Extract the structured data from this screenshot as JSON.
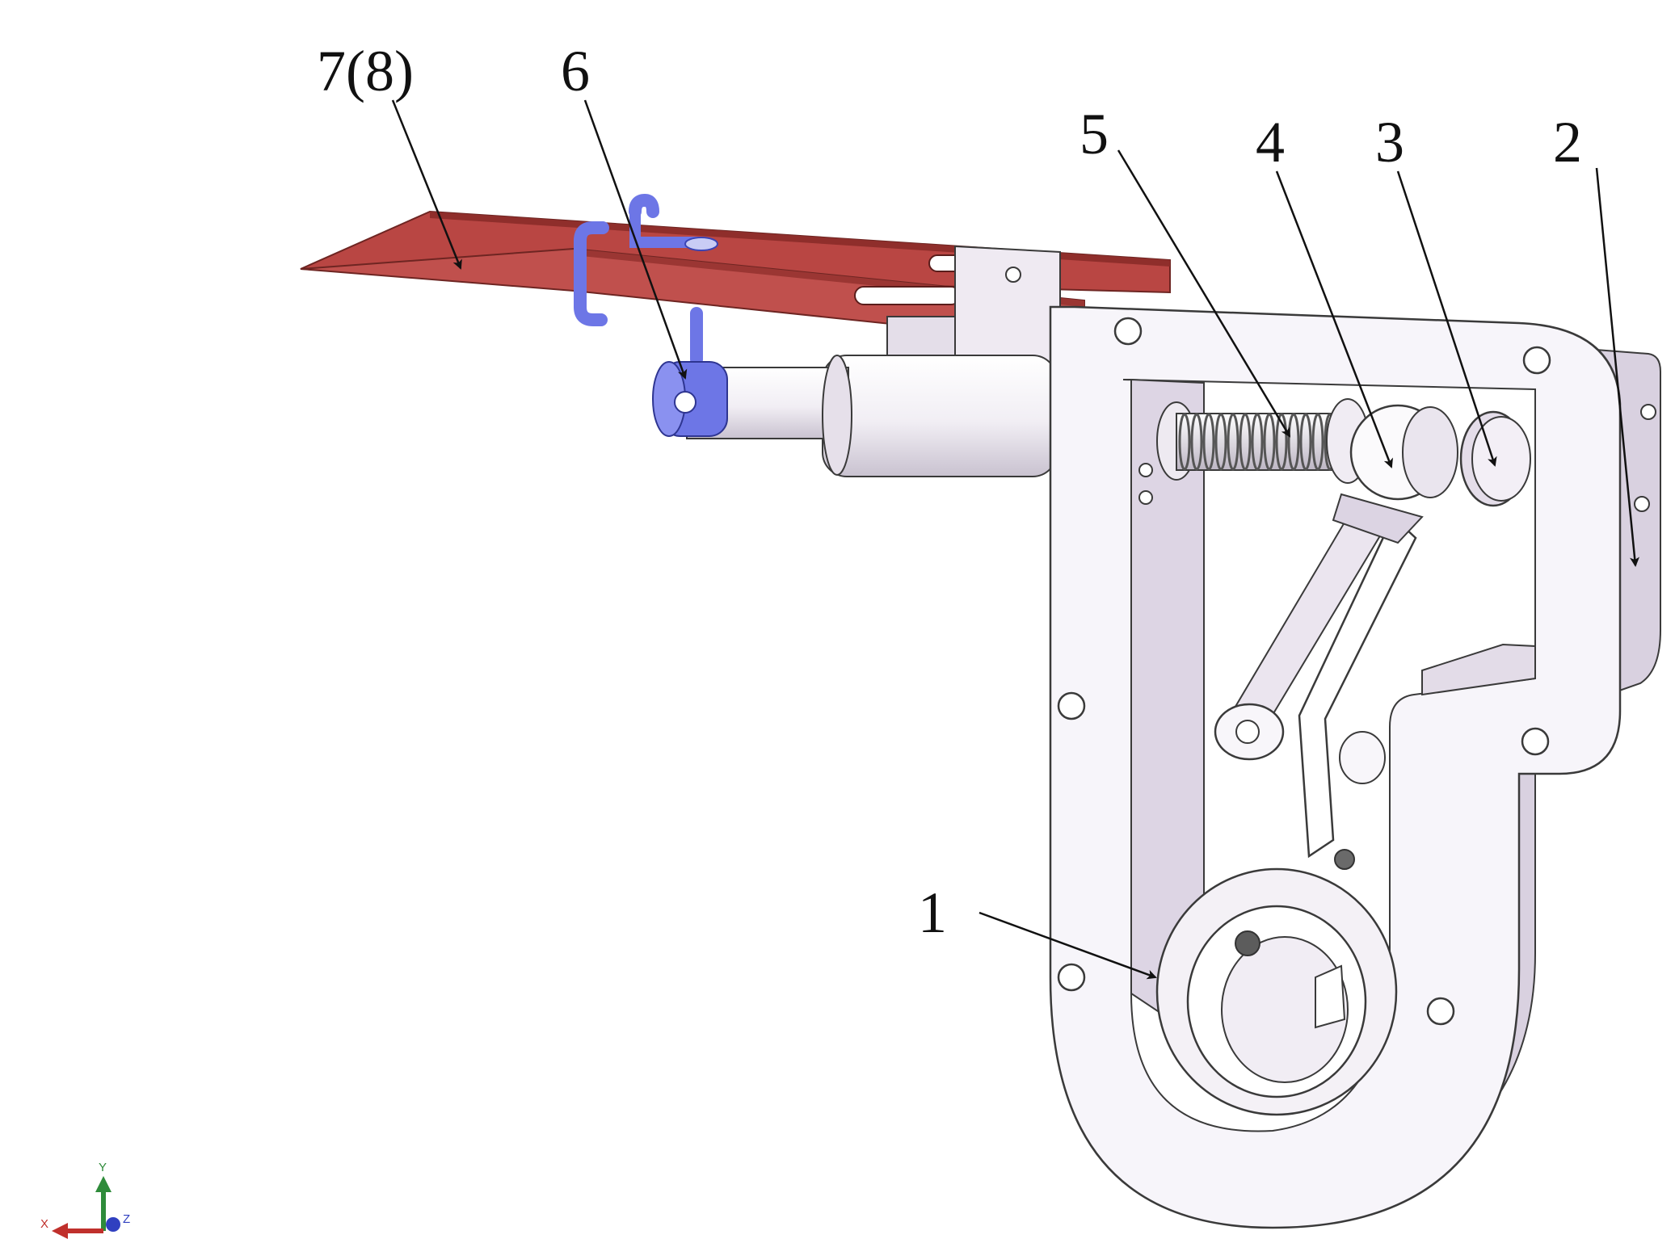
{
  "callouts": [
    {
      "id": "1",
      "label": "1"
    },
    {
      "id": "2",
      "label": "2"
    },
    {
      "id": "3",
      "label": "3"
    },
    {
      "id": "4",
      "label": "4"
    },
    {
      "id": "5",
      "label": "5"
    },
    {
      "id": "6",
      "label": "6"
    },
    {
      "id": "7",
      "label": "7(8)"
    }
  ],
  "axis_triad": {
    "x": "X",
    "y": "Y",
    "z": "Z"
  },
  "colors": {
    "frame_fill": "#f7f5fa",
    "frame_shade": "#d9d1e0",
    "outline": "#3a3a3a",
    "blade_red": "#c0504d",
    "blade_dark": "#8f2e2b",
    "bracket_blue": "#6d76e6",
    "bracket_dark": "#3b44b5",
    "axis_x": "#c0302c",
    "axis_y": "#2e8b3a",
    "axis_z": "#3040c0"
  }
}
